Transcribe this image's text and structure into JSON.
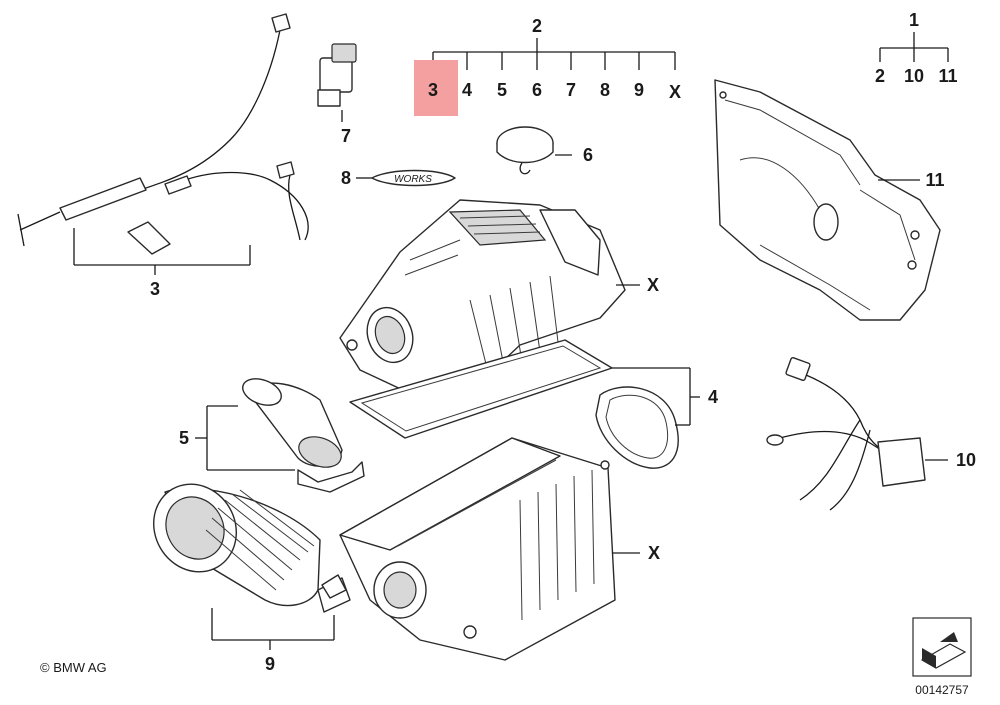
{
  "callouts": {
    "c1": "1",
    "c2": "2",
    "c3_head": "3",
    "c4_head": "4",
    "c5_head": "5",
    "c6_head": "6",
    "c7_head": "7",
    "c8_head": "8",
    "c9_head": "9",
    "cx_head": "X",
    "c1_sub2": "2",
    "c1_sub10": "10",
    "c1_sub11": "11",
    "c7": "7",
    "c6": "6",
    "c8": "8",
    "c11": "11",
    "c3": "3",
    "x_upper": "X",
    "c4": "4",
    "c5": "5",
    "c10": "10",
    "x_lower": "X",
    "c9": "9"
  },
  "badge_text": "WORKS",
  "footer": {
    "copyright": "© BMW AG",
    "diagram_number": "00142757"
  },
  "highlight_color": "#f4a0a0"
}
